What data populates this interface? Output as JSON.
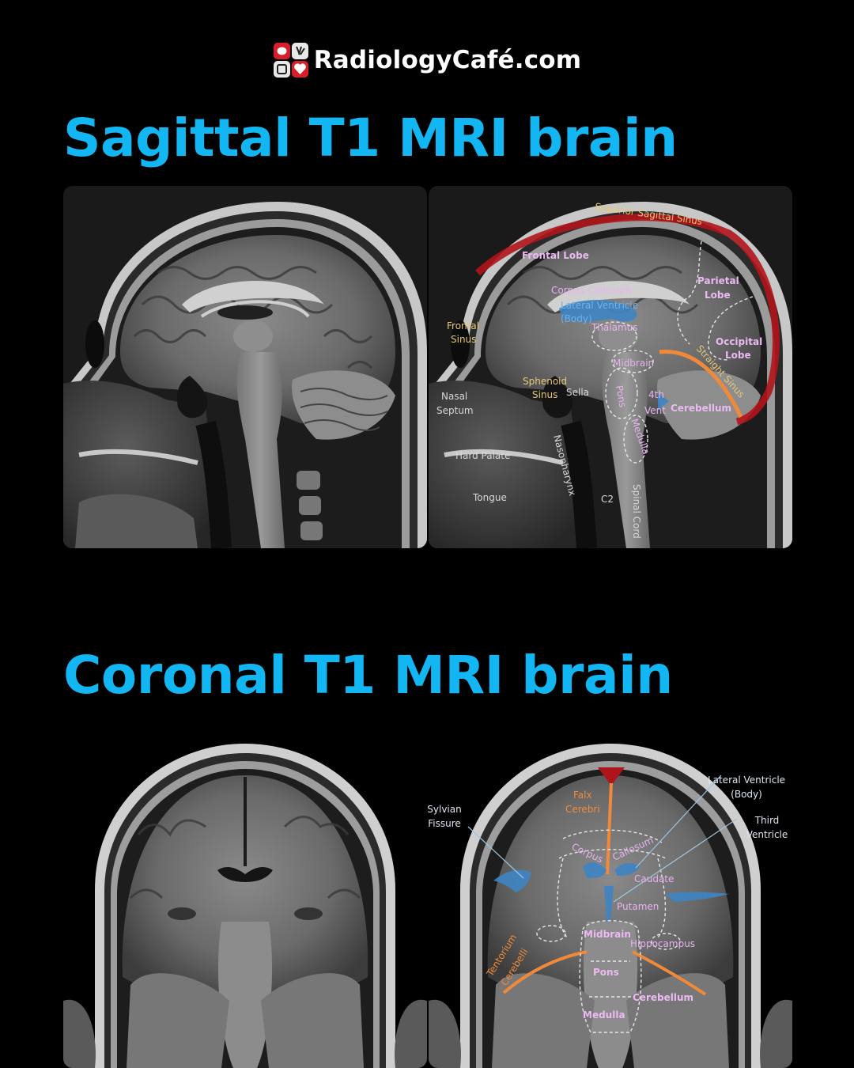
{
  "brand": {
    "name": "RadiologyCafé.com",
    "logo_icon": "radiology-cafe-logo"
  },
  "headings": {
    "sagittal": "Sagittal T1 MRI brain",
    "coronal": "Coronal T1 MRI brain"
  },
  "sagittal_labels": {
    "superior_sagittal_sinus": "Superior Sagittal Sinus",
    "frontal_lobe": "Frontal Lobe",
    "corpus_callosum": "Corpus Callosum",
    "lateral_ventricle_1": "Lateral Ventricle",
    "lateral_ventricle_2": "(Body)",
    "thalamus": "Thalamus",
    "parietal_lobe_1": "Parietal",
    "parietal_lobe_2": "Lobe",
    "occipital_lobe_1": "Occipital",
    "occipital_lobe_2": "Lobe",
    "frontal_sinus_1": "Frontal",
    "frontal_sinus_2": "Sinus",
    "midbrain": "Midbrain",
    "straight_sinus": "Straight Sinus",
    "sphenoid_sinus_1": "Sphenoid",
    "sphenoid_sinus_2": "Sinus",
    "sella": "Sella",
    "nasal_septum_1": "Nasal",
    "nasal_septum_2": "Septum",
    "pons": "Pons",
    "fourth_vent_1": "4th",
    "fourth_vent_2": "Vent",
    "cerebellum": "Cerebellum",
    "medulla": "Medulla",
    "hard_palate": "Hard Palate",
    "nasopharynx": "Nasopharynx",
    "tongue": "Tongue",
    "c2": "C2",
    "spinal_cord": "Spinal Cord"
  },
  "coronal_labels": {
    "lateral_ventricle_1": "Lateral Ventricle",
    "lateral_ventricle_2": "(Body)",
    "third_ventricle_1": "Third",
    "third_ventricle_2": "Ventricle",
    "sylvian_fissure_1": "Sylvian",
    "sylvian_fissure_2": "Fissure",
    "falx_cerebri_1": "Falx",
    "falx_cerebri_2": "Cerebri",
    "corpus": "Corpus",
    "callosum": "Callosum",
    "caudate": "Caudate",
    "putamen": "Putamen",
    "midbrain": "Midbrain",
    "hippocampus": "Hippocampus",
    "tentorium_1": "Tentorium",
    "tentorium_2": "Cerebelli",
    "pons": "Pons",
    "cerebellum": "Cerebellum",
    "medulla": "Medulla"
  },
  "colors": {
    "heading": "#12b6f2",
    "sinus_red": "#b0141b",
    "tentorium_orange": "#f08a3a",
    "ventricle_blue": "#3f84c4",
    "label_pink": "#e9b3f0"
  }
}
